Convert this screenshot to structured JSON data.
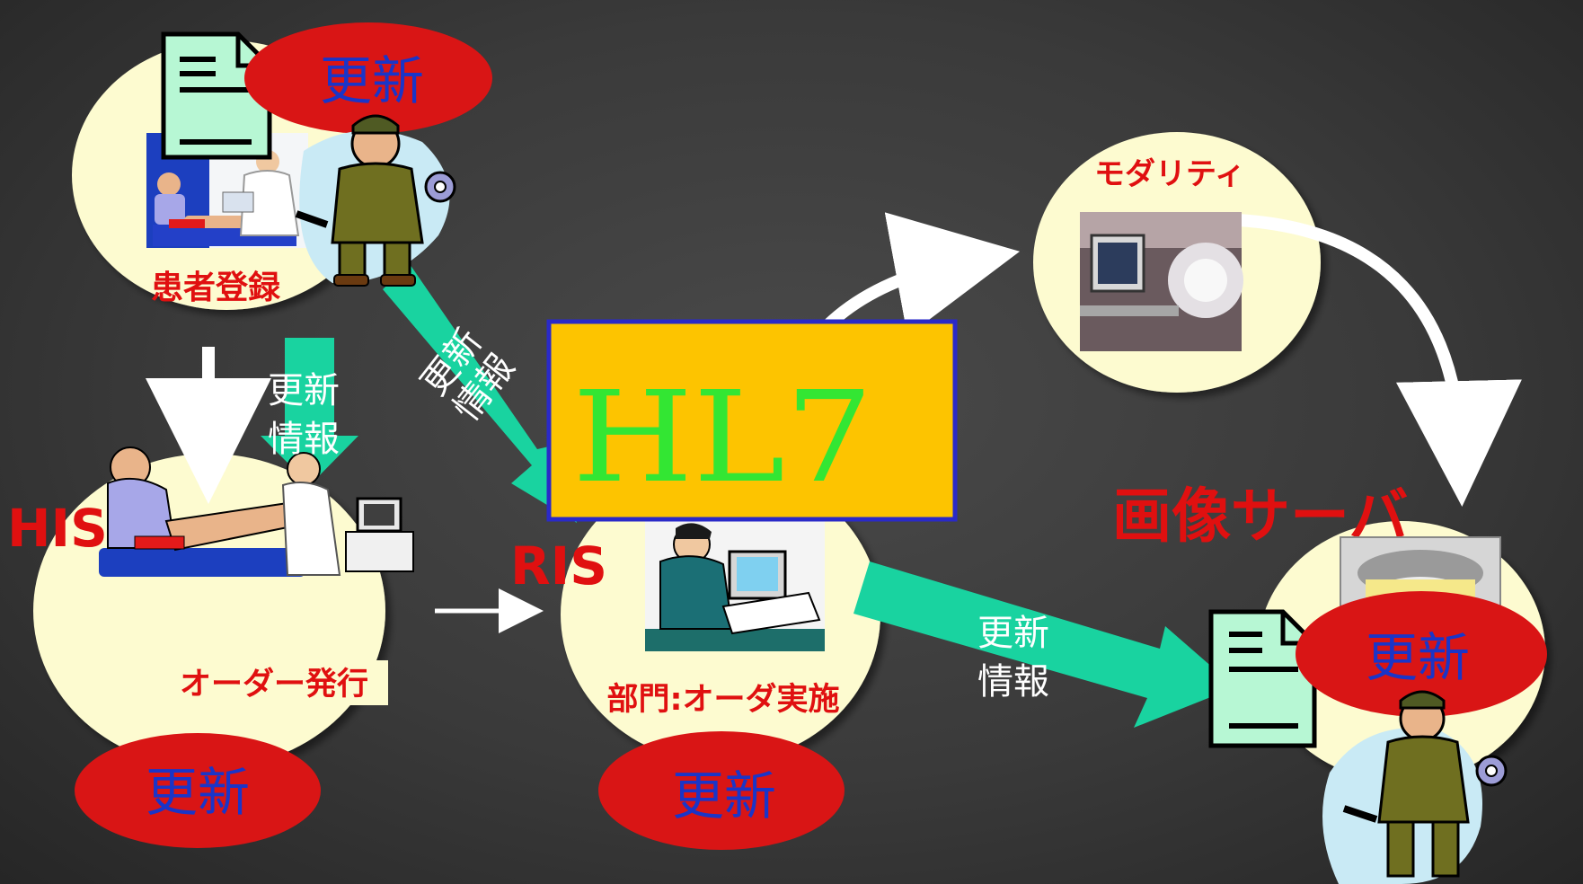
{
  "colors": {
    "background": "#3a3a3a",
    "circle_fill": "#fdfbd0",
    "update_oval": "#d91515",
    "update_text": "#1a35c8",
    "red_label": "#e01010",
    "flow_arrow": "#19d3a0",
    "hl7_box": "#fdc400",
    "hl7_border": "#2a2ac8",
    "hl7_text": "#33e633",
    "document": "#b7f7d4"
  },
  "labels": {
    "patient_registration": "患者登録",
    "his": "HIS",
    "order_issue": "オーダー発行",
    "ris": "RIS",
    "department_order_exec": "部門:オーダ実施",
    "modality": "モダリティ",
    "image_server": "画像サーバ",
    "hl7": "HL7"
  },
  "update_badges": {
    "top": "更新",
    "his": "更新",
    "ris": "更新",
    "image_server": "更新"
  },
  "update_info": {
    "vertical_line1": "更新",
    "vertical_line2": "情報",
    "diagonal_line1": "更新",
    "diagonal_line2": "情報",
    "right_line1": "更新",
    "right_line2": "情報"
  },
  "icons": {
    "document_icon": "document-icon",
    "mechanic_icon": "mechanic-clipart-icon",
    "doctor_patient_icon": "doctor-patient-clipart-icon",
    "terminal_operator_icon": "terminal-operator-clipart-icon",
    "ct_scanner_icon": "ct-scanner-icon",
    "xray_image_icon": "xray-image-icon"
  }
}
